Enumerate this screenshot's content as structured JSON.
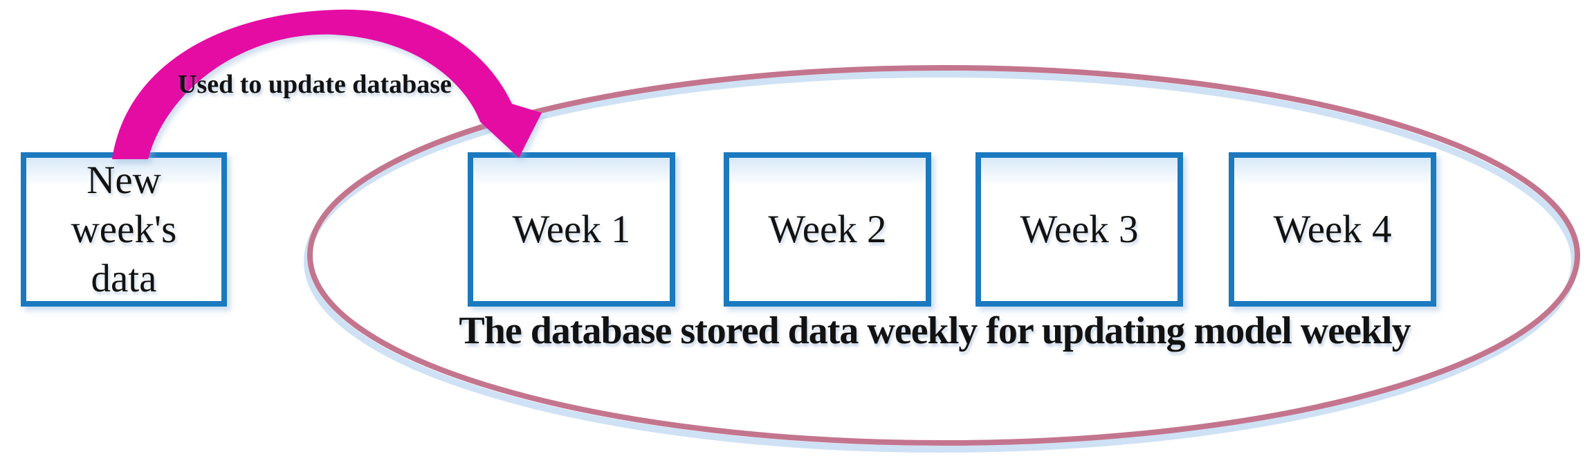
{
  "diagram": {
    "new_data_box": {
      "label": "New week's data"
    },
    "arrow": {
      "label": "Used to update database"
    },
    "database": {
      "caption": "The database stored data weekly for updating model weekly",
      "weeks": [
        {
          "label": "Week 1"
        },
        {
          "label": "Week 2"
        },
        {
          "label": "Week 3"
        },
        {
          "label": "Week 4"
        }
      ]
    },
    "colors": {
      "box_border": "#1b79bf",
      "box_glow": "#d9e9f8",
      "arrow": "#e50ca4",
      "ellipse": "#c4758e",
      "soft_shadow": "#cfe1f4",
      "ink": "#121212"
    }
  }
}
